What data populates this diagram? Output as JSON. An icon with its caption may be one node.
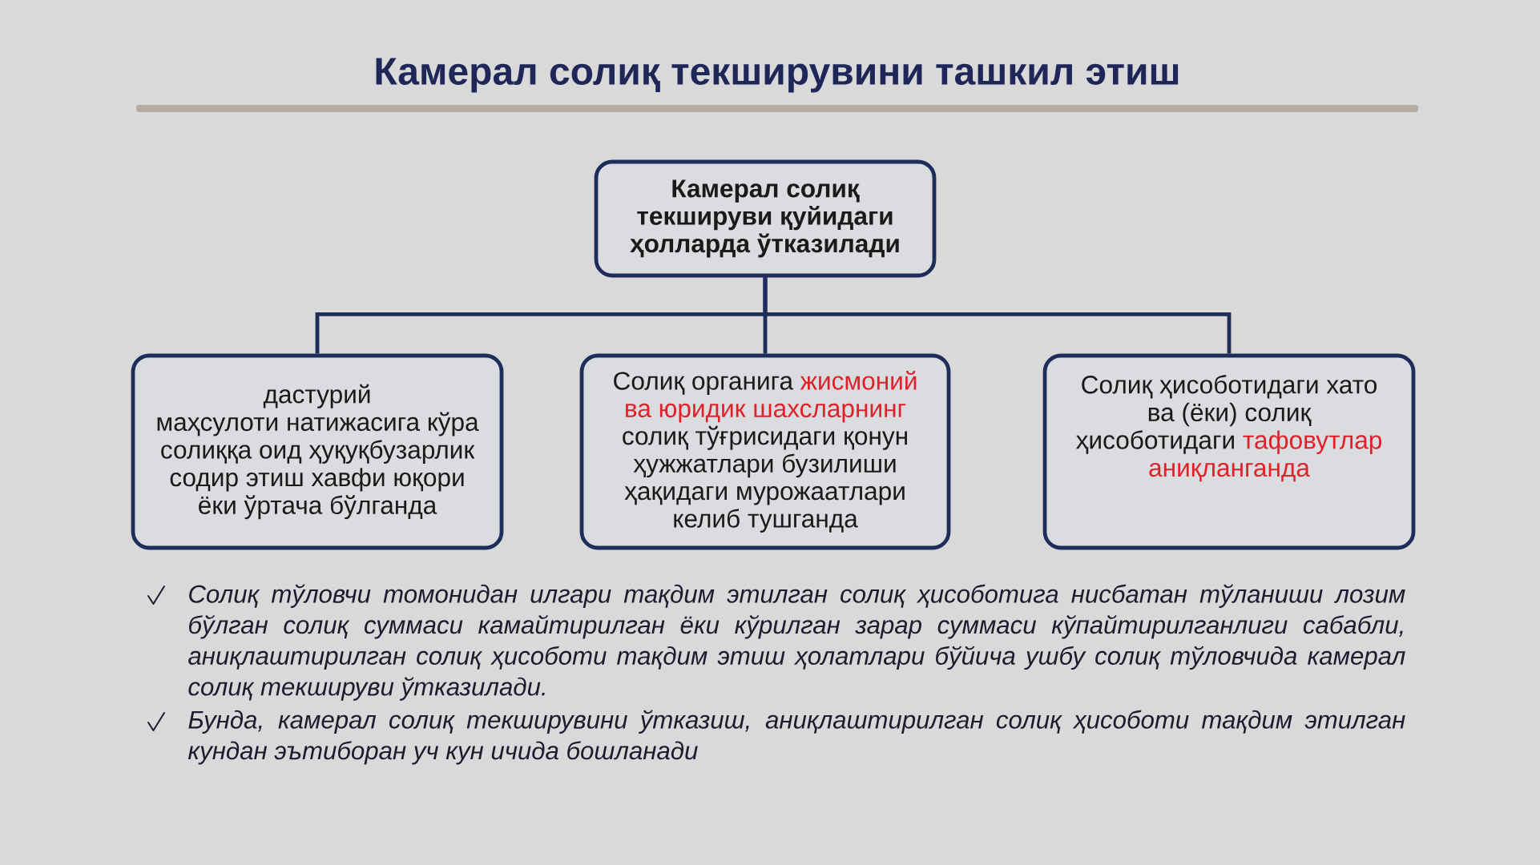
{
  "diagram": {
    "title": "Камерал солиқ текширувини ташкил этиш",
    "nodes": [
      {
        "text": [
          "Камерал солиқ текшируви қуйидаги ҳолларда ўтказилади"
        ]
      },
      {
        "text": [
          "дастурий маҳсулоти натижасига кўра солиққа оид ҳуқуқбузарлик содир этиш хавфи юқори ёки ўртача бўлганда"
        ]
      },
      {
        "text": [
          "Солиқ органига жисмоний ва юридик шахсларнинг солиқ тўғрисидаги қонун ҳужжатлари бузилиши ҳақидаги мурожаатлари келиб тушганда"
        ]
      },
      {
        "text": [
          "Солиқ ҳисоботидаги хато ва (ёки) солиқ ҳисоботидаги тафовутлар аниқланганда"
        ]
      }
    ],
    "edges": [
      {
        "from": 0,
        "to": 1,
        "arrow": "none"
      },
      {
        "from": 0,
        "to": 2,
        "arrow": "none"
      },
      {
        "from": 0,
        "to": 3,
        "arrow": "none"
      }
    ],
    "labels": [
      "Солиқ тўловчи томонидан илгари тақдим этилган солиқ ҳисоботига нисбатан тўланиши лозим бўлган солиқ суммаси камайтирилган ёки кўрилган зарар суммаси кўпайтирилганлиги сабабли, аниқлаштирилган солиқ ҳисоботи тақдим этиш ҳолатлари бўйича ушбу солиқ тўловчида камерал солиқ текшируви ўтказилади.",
      "Бунда, камерал солиқ текширувини ўтказиш, аниқлаштирилган солиқ ҳисоботи тақдим этилган кундан эътиборан уч кун ичида бошланади"
    ]
  }
}
